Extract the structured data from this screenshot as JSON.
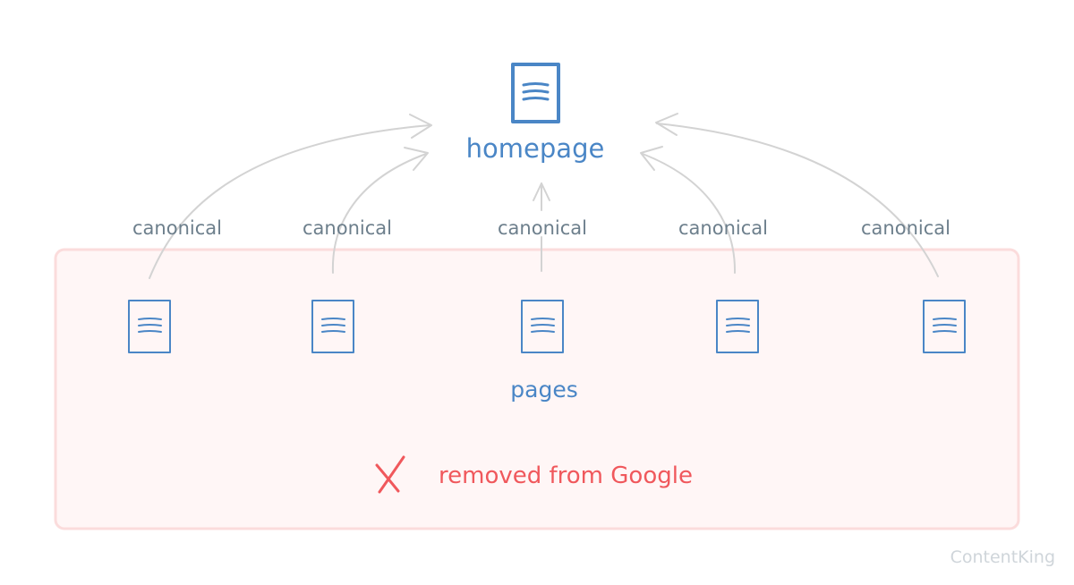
{
  "diagram": {
    "target_label": "homepage",
    "edge_label": "canonical",
    "group_label": "pages",
    "status_label": "removed from Google",
    "status_icon": "x-mark-icon",
    "page_icon": "document-icon",
    "brand": "ContentKing",
    "page_count": 5
  },
  "colors": {
    "primary_blue": "#4a86c6",
    "removed_red": "#f0585c",
    "box_fill": "#fff6f6",
    "box_border": "#fbdcdc",
    "arrow_gray": "#d3d3d3",
    "canonical_text": "#6d7f8c",
    "brand_text": "#cfd5da"
  }
}
